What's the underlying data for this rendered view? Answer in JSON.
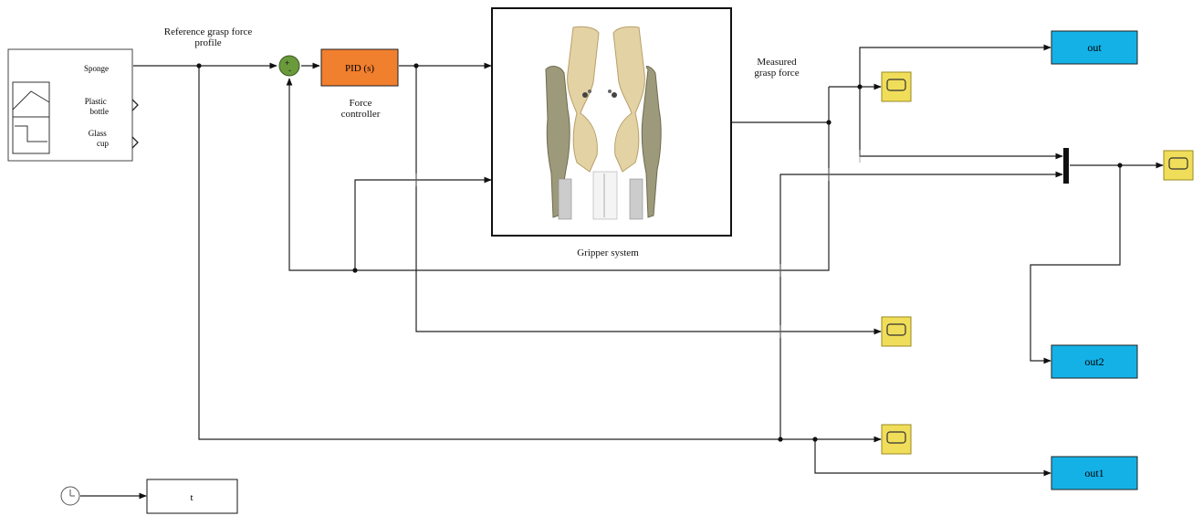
{
  "signal_builder": {
    "ports": [
      "Sponge",
      "Plastic bottle",
      "Glass cup"
    ]
  },
  "labels": {
    "reference": "Reference grasp force profile",
    "force_controller": "Force controller",
    "gripper_system": "Gripper system",
    "measured": "Measured grasp force"
  },
  "sum": {
    "plus": "+",
    "minus": "-"
  },
  "pid": {
    "label": "PID (s)",
    "color": "#f07f2e"
  },
  "outputs": {
    "out": "out",
    "out1": "out1",
    "out2": "out2",
    "color": "#14b1e7"
  },
  "clock_sink": {
    "label": "t"
  },
  "scope_color": "#f0dd5a",
  "gripper_icon": "robotic-gripper-fingers-image"
}
